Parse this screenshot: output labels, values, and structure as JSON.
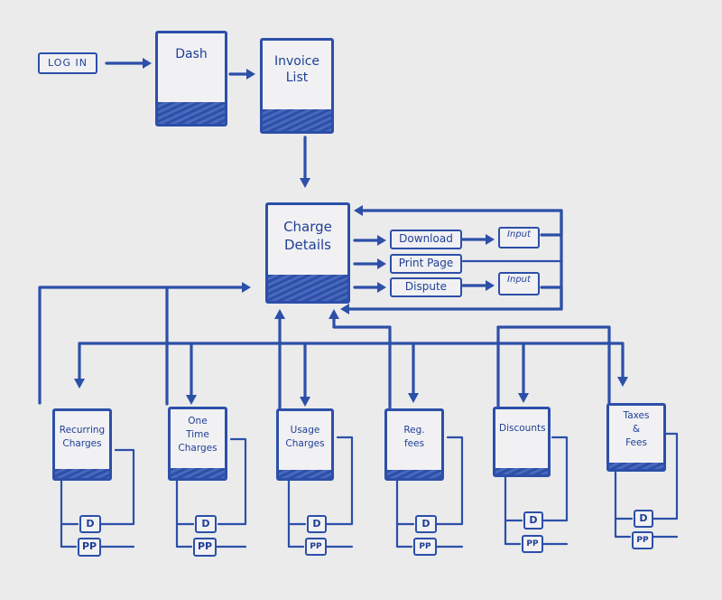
{
  "login": "LOG IN",
  "pages": {
    "dash": "Dash",
    "invoice_list": "Invoice\nList",
    "charge_details": "Charge\nDetails"
  },
  "actions": [
    "Download",
    "Print Page",
    "Dispute"
  ],
  "inputs": [
    "Input",
    "Input"
  ],
  "charge_types": [
    {
      "label": "Recurring\nCharges",
      "d": "D",
      "pp": "PP"
    },
    {
      "label": "One\nTime\nCharges",
      "d": "D",
      "pp": "PP"
    },
    {
      "label": "Usage\nCharges",
      "d": "D",
      "pp": "PP"
    },
    {
      "label": "Reg.\nfees",
      "d": "D",
      "pp": "PP"
    },
    {
      "label": "Discounts",
      "d": "D",
      "pp": "PP"
    },
    {
      "label": "Taxes\n&\nFees",
      "d": "D",
      "pp": "PP"
    }
  ]
}
